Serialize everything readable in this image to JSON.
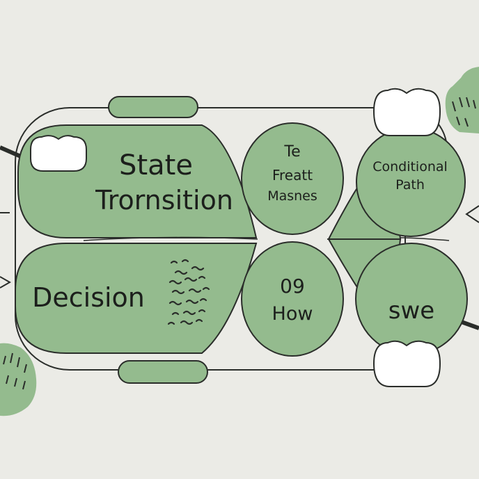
{
  "colors": {
    "background": "#ebebe6",
    "green_fill": "#94bb8e",
    "outline": "#2a2d2a",
    "blob_white": "#ffffff"
  },
  "nodes": {
    "state_transition": {
      "line1": "State",
      "line2": "Trornsition"
    },
    "decision": {
      "label": "Decision"
    },
    "center_top": {
      "line1": "Te",
      "line2": "Freatt",
      "line3": "Masnes"
    },
    "center_bottom": {
      "line1": "09",
      "line2": "How"
    },
    "conditional_path": {
      "line1": "Conditional",
      "line2": "Path"
    },
    "swe": {
      "label": "swe"
    }
  }
}
